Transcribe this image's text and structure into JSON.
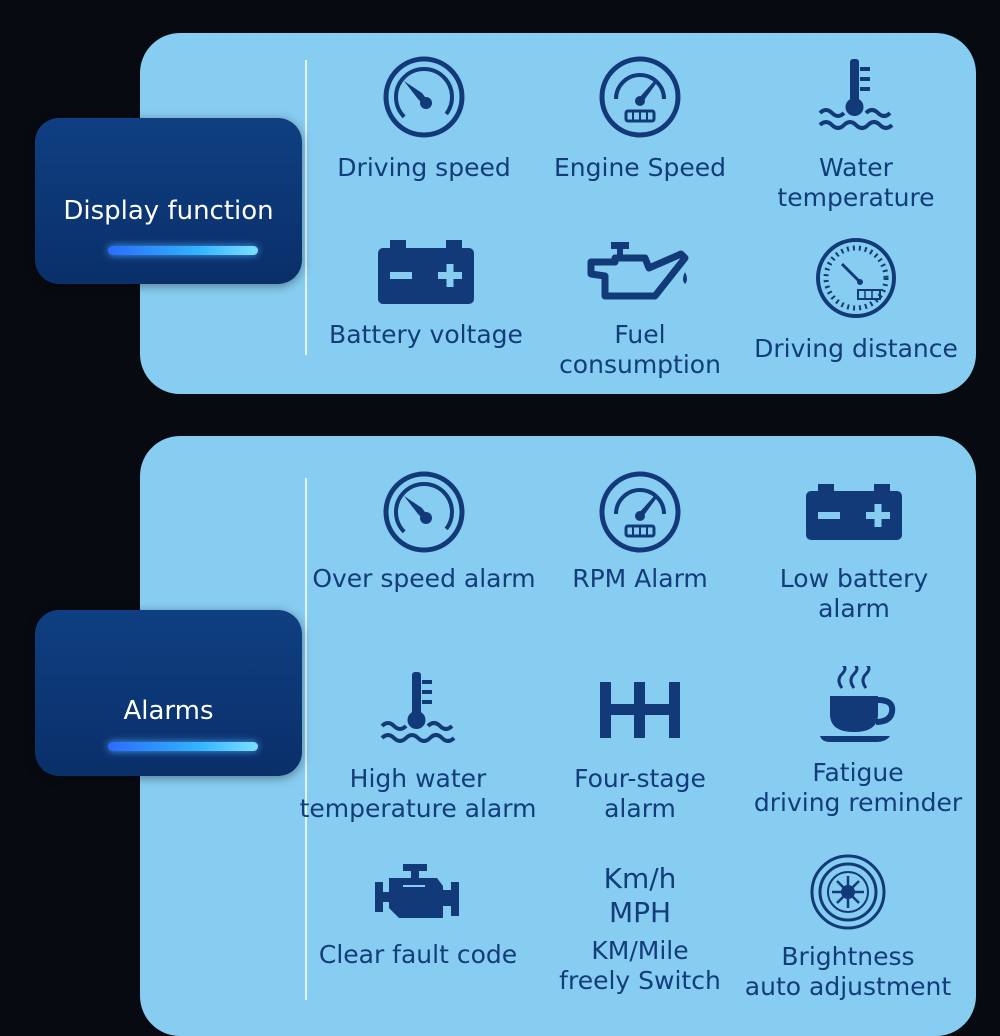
{
  "display_section": {
    "title": "Display function",
    "items": [
      {
        "label": "Driving speed",
        "icon": "speedometer-icon"
      },
      {
        "label": "Engine Speed",
        "icon": "tachometer-icon"
      },
      {
        "label": "Water\ntemperature",
        "icon": "water-temperature-icon"
      },
      {
        "label": "Battery voltage",
        "icon": "battery-icon"
      },
      {
        "label": "Fuel\nconsumption",
        "icon": "oil-can-icon"
      },
      {
        "label": "Driving distance",
        "icon": "odometer-icon"
      }
    ]
  },
  "alarm_section": {
    "title": "Alarms",
    "items": [
      {
        "label": "Over speed alarm",
        "icon": "speedometer-icon"
      },
      {
        "label": "RPM Alarm",
        "icon": "tachometer-icon"
      },
      {
        "label": "Low battery\nalarm",
        "icon": "battery-icon"
      },
      {
        "label": "High water\ntemperature alarm",
        "icon": "water-temperature-icon"
      },
      {
        "label": "Four-stage\nalarm",
        "icon": "gear-shift-icon"
      },
      {
        "label": "Fatigue\ndriving reminder",
        "icon": "coffee-cup-icon"
      },
      {
        "label": "Clear fault code",
        "icon": "engine-icon"
      },
      {
        "label": "KM/Mile\nfreely Switch",
        "icon": "unit-text",
        "icon_text": "Km/h\nMPH"
      },
      {
        "label": "Brightness\nauto adjustment",
        "icon": "brightness-sensor-icon"
      }
    ]
  },
  "colors": {
    "panel": "#87cdf1",
    "tag": "#0a2f69",
    "icon": "#123a78",
    "text": "#133c7a",
    "background": "#070b11"
  }
}
